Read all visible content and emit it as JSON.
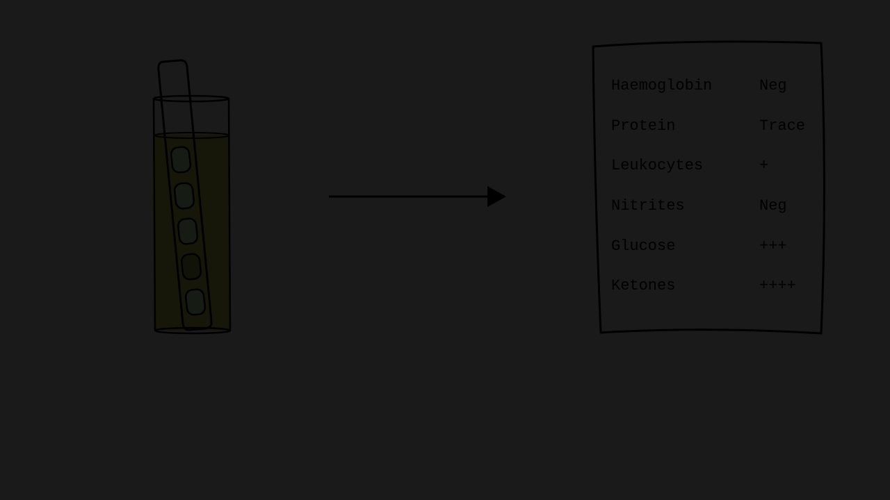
{
  "diagram": {
    "background": "#1a1a1a",
    "liquid_color": "#161708",
    "pad_color": "#161b14",
    "ink_color": "#000000",
    "test_results": [
      {
        "name": "Haemoglobin",
        "value": "Neg"
      },
      {
        "name": "Protein",
        "value": "Trace"
      },
      {
        "name": "Leukocytes",
        "value": "+"
      },
      {
        "name": "Nitrites",
        "value": "Neg"
      },
      {
        "name": "Glucose",
        "value": "+++"
      },
      {
        "name": "Ketones",
        "value": "++++"
      }
    ],
    "icons": {
      "tube": "test-tube-icon",
      "strip": "dipstick-icon",
      "arrow": "arrow-right-icon",
      "sheet": "paper-sheet-icon"
    }
  }
}
